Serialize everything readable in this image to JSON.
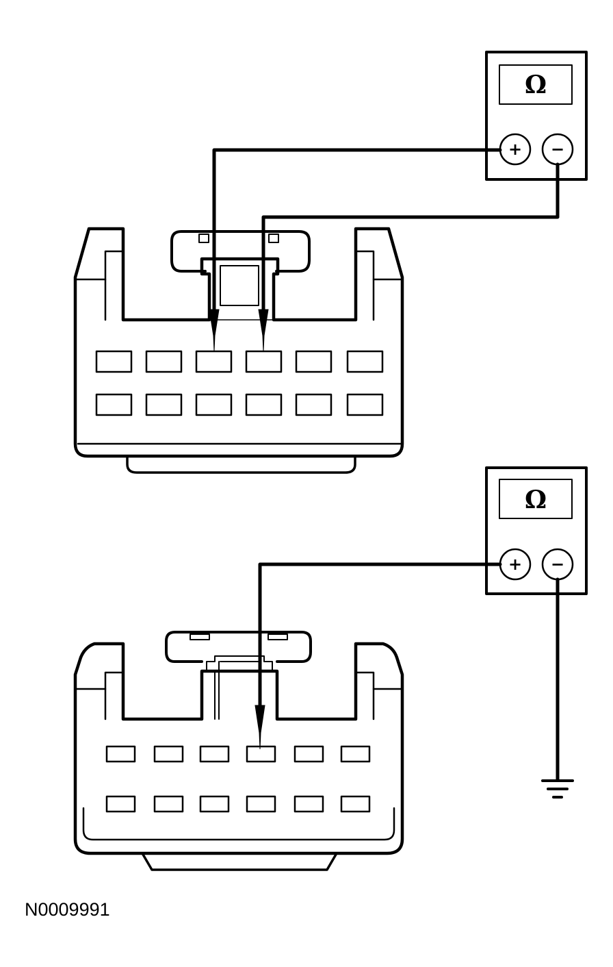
{
  "diagram": {
    "figure_id": "N0009991",
    "meter_1": {
      "display": "Ω",
      "positive_label": "+",
      "negative_label": "−"
    },
    "meter_2": {
      "display": "Ω",
      "positive_label": "+",
      "negative_label": "−"
    }
  }
}
